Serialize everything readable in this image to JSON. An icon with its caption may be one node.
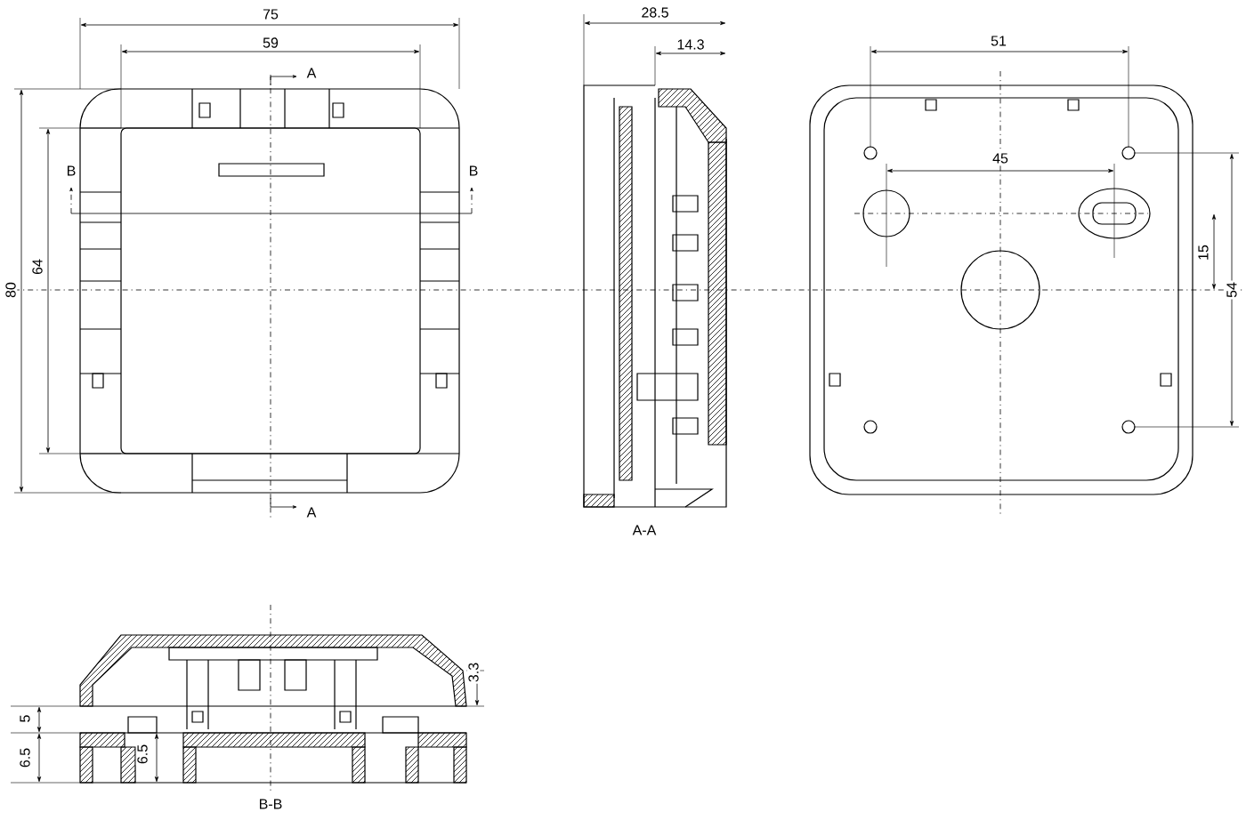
{
  "diagram": {
    "labels": [
      "75",
      "59",
      "A",
      "28.5",
      "14.3",
      "51",
      "B",
      "B",
      "45",
      "15",
      "80",
      "64",
      "54",
      "A",
      "A-A",
      "3.3",
      "5",
      "6.5",
      "6.5",
      "B-B"
    ]
  }
}
